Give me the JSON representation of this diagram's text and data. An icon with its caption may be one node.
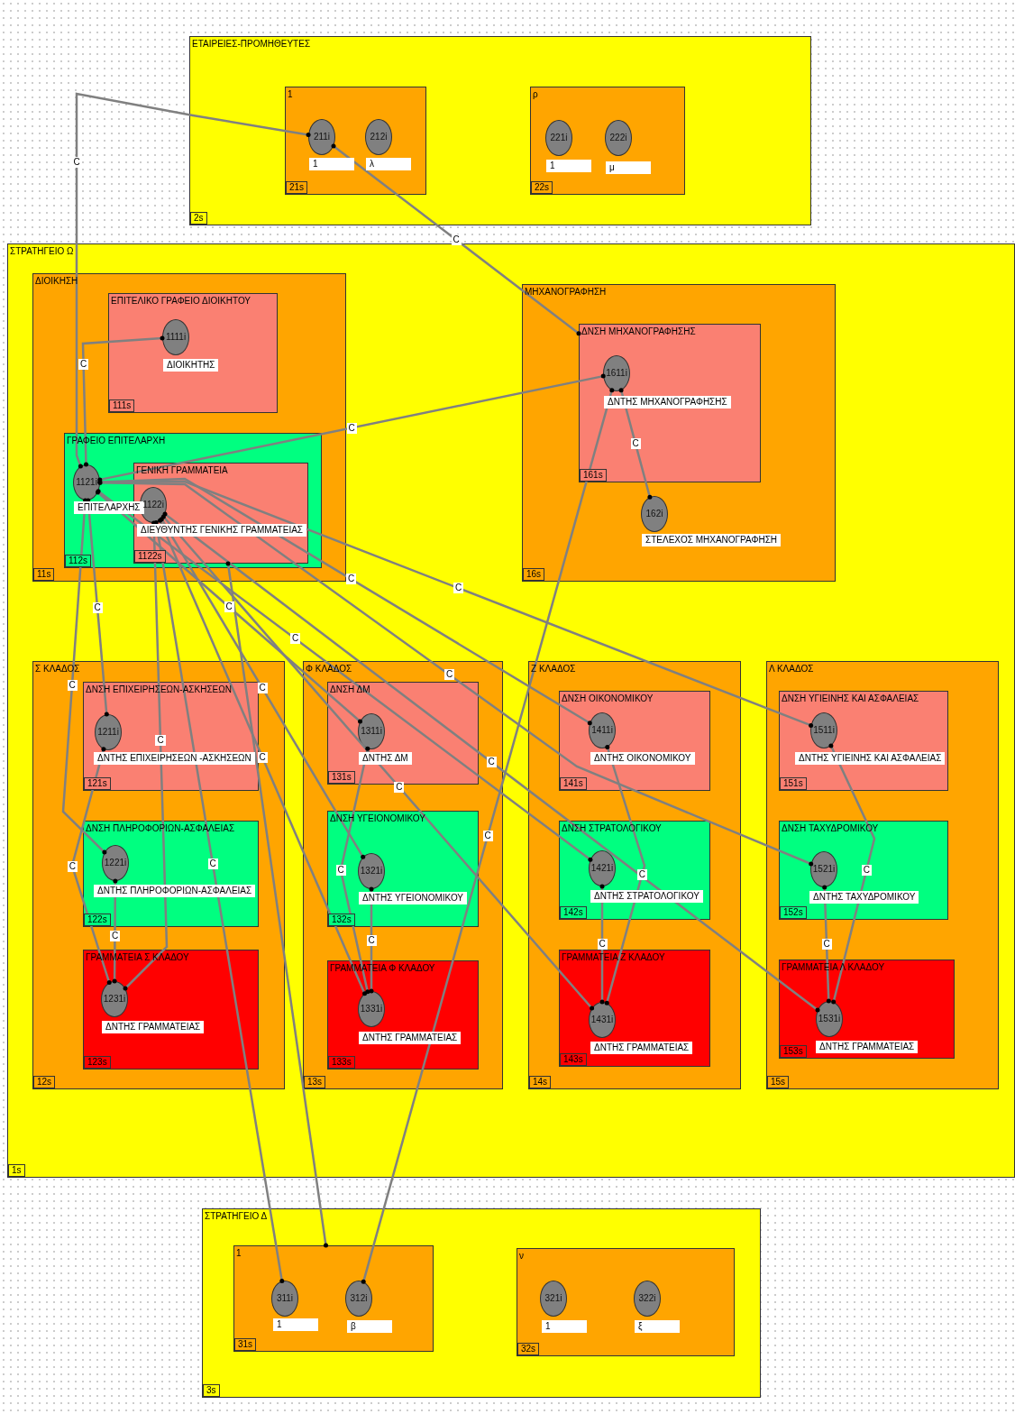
{
  "diagram": {
    "nodes": [
      {
        "text": [
          "ΕΤΑΙΡΕΙΕΣ-ΠΡΟΜΗΘΕΥΤΕΣ",
          "2s"
        ]
      },
      {
        "text": [
          "1",
          "21s"
        ],
        "in": 0
      },
      {
        "text": [
          "211i"
        ],
        "beside": [
          "1"
        ],
        "in": 1
      },
      {
        "text": [
          "212i"
        ],
        "beside": [
          "λ"
        ],
        "in": 1
      },
      {
        "text": [
          "ρ",
          "22s"
        ],
        "in": 0
      },
      {
        "text": [
          "221i"
        ],
        "beside": [
          "1"
        ],
        "in": 4
      },
      {
        "text": [
          "222i"
        ],
        "beside": [
          "μ"
        ],
        "in": 4
      },
      {
        "text": [
          "ΣΤΡΑΤΗΓΕΙΟ Ω",
          "1s"
        ]
      },
      {
        "text": [
          "ΔΙΟΙΚΗΣΗ",
          "11s"
        ],
        "in": 7
      },
      {
        "text": [
          "ΕΠΙΤΕΛΙΚΟ ΓΡΑΦΕΙΟ ΔΙΟΙΚΗΤΟΥ",
          "111s"
        ],
        "in": 8
      },
      {
        "text": [
          "1111i"
        ],
        "beside": [
          "ΔΙΟΙΚΗΤΗΣ"
        ],
        "in": 9
      },
      {
        "text": [
          "ΓΡΑΦΕΙΟ ΕΠΙΤΕΛΑΡΧΗ",
          "112s"
        ],
        "in": 8
      },
      {
        "text": [
          "1121i"
        ],
        "beside": [
          "ΕΠΙΤΕΛΑΡΧΗΣ"
        ],
        "in": 11
      },
      {
        "text": [
          "ΓΕΝΙΚΗ ΓΡΑΜΜΑΤΕΙΑ",
          "1122s"
        ],
        "in": 11
      },
      {
        "text": [
          "1122i"
        ],
        "beside": [
          "ΔΙΕΥΘΥΝΤΗΣ ΓΕΝΙΚΗΣ ΓΡΑΜΜΑΤΕΙΑΣ"
        ],
        "in": 13
      },
      {
        "text": [
          "ΜΗΧΑΝΟΓΡΑΦΗΣΗ",
          "16s"
        ],
        "in": 7
      },
      {
        "text": [
          "ΔΝΣΗ ΜΗΧΑΝΟΓΡΑΦΗΣΗΣ",
          "161s"
        ],
        "in": 15
      },
      {
        "text": [
          "1611i"
        ],
        "beside": [
          "ΔΝΤΗΣ ΜΗΧΑΝΟΓΡΑΦΗΣΗΣ"
        ],
        "in": 16
      },
      {
        "text": [
          "162i"
        ],
        "beside": [
          "ΣΤΕΛΕΧΟΣ ΜΗΧΑΝΟΓΡΑΦΗΣΗ"
        ],
        "in": 15
      },
      {
        "text": [
          "Σ ΚΛΑΔΟΣ",
          "12s"
        ],
        "in": 7
      },
      {
        "text": [
          "ΔΝΣΗ ΕΠΙΧΕΙΡΗΣΕΩΝ-ΑΣΚΗΣΕΩΝ",
          "121s"
        ],
        "in": 19
      },
      {
        "text": [
          "1211i"
        ],
        "beside": [
          "ΔΝΤΗΣ ΕΠΙΧΕΙΡΗΣΕΩΝ -ΑΣΚΗΣΕΩΝ"
        ],
        "in": 20
      },
      {
        "text": [
          "ΔΝΣΗ ΠΛΗΡΟΦΟΡΙΩΝ-ΑΣΦΑΛΕΙΑΣ",
          "122s"
        ],
        "in": 19
      },
      {
        "text": [
          "1221i"
        ],
        "beside": [
          "ΔΝΤΗΣ ΠΛΗΡΟΦΟΡΙΩΝ-ΑΣΦΑΛΕΙΑΣ"
        ],
        "in": 22
      },
      {
        "text": [
          "ΓΡΑΜΜΑΤΕΙΑ Σ ΚΛΑΔΟΥ",
          "123s"
        ],
        "in": 19
      },
      {
        "text": [
          "1231i"
        ],
        "beside": [
          "ΔΝΤΗΣ ΓΡΑΜΜΑΤΕΙΑΣ"
        ],
        "in": 24
      },
      {
        "text": [
          "Φ ΚΛΑΔΟΣ",
          "13s"
        ],
        "in": 7
      },
      {
        "text": [
          "ΔΝΣΗ ΔΜ",
          "131s"
        ],
        "in": 26
      },
      {
        "text": [
          "1311i"
        ],
        "beside": [
          "ΔΝΤΗΣ ΔΜ"
        ],
        "in": 27
      },
      {
        "text": [
          "ΔΝΣΗ ΥΓΕΙΟΝΟΜΙΚΟΥ",
          "132s"
        ],
        "in": 26
      },
      {
        "text": [
          "1321i"
        ],
        "beside": [
          "ΔΝΤΗΣ ΥΓΕΙΟΝΟΜΙΚΟΥ"
        ],
        "in": 29
      },
      {
        "text": [
          "ΓΡΑΜΜΑΤΕΙΑ Φ ΚΛΑΔΟΥ",
          "133s"
        ],
        "in": 26
      },
      {
        "text": [
          "1331i"
        ],
        "beside": [
          "ΔΝΤΗΣ ΓΡΑΜΜΑΤΕΙΑΣ"
        ],
        "in": 31
      },
      {
        "text": [
          "Ζ ΚΛΑΔΟΣ",
          "14s"
        ],
        "in": 7
      },
      {
        "text": [
          "ΔΝΣΗ ΟΙΚΟΝΟΜΙΚΟΥ",
          "141s"
        ],
        "in": 33
      },
      {
        "text": [
          "1411i"
        ],
        "beside": [
          "ΔΝΤΗΣ ΟΙΚΟΝΟΜΙΚΟΥ"
        ],
        "in": 34
      },
      {
        "text": [
          "ΔΝΣΗ ΣΤΡΑΤΟΛΟΓΙΚΟΥ",
          "142s"
        ],
        "in": 33
      },
      {
        "text": [
          "1421i"
        ],
        "beside": [
          "ΔΝΤΗΣ ΣΤΡΑΤΟΛΟΓΙΚΟΥ"
        ],
        "in": 36
      },
      {
        "text": [
          "ΓΡΑΜΜΑΤΕΙΑ Ζ ΚΛΑΔΟΥ",
          "143s"
        ],
        "in": 33
      },
      {
        "text": [
          "1431i"
        ],
        "beside": [
          "ΔΝΤΗΣ ΓΡΑΜΜΑΤΕΙΑΣ"
        ],
        "in": 38
      },
      {
        "text": [
          "Λ ΚΛΑΔΟΣ",
          "15s"
        ],
        "in": 7
      },
      {
        "text": [
          "ΔΝΣΗ ΥΓΙΕΙΝΗΣ ΚΑΙ ΑΣΦΑΛΕΙΑΣ",
          "151s"
        ],
        "in": 40
      },
      {
        "text": [
          "1511i"
        ],
        "beside": [
          "ΔΝΤΗΣ ΥΓΙΕΙΝΗΣ ΚΑΙ ΑΣΦΑΛΕΙΑΣ"
        ],
        "in": 41
      },
      {
        "text": [
          "ΔΝΣΗ ΤΑΧΥΔΡΟΜΙΚΟΥ",
          "152s"
        ],
        "in": 40
      },
      {
        "text": [
          "1521i"
        ],
        "beside": [
          "ΔΝΤΗΣ ΤΑΧΥΔΡΟΜΙΚΟΥ"
        ],
        "in": 43
      },
      {
        "text": [
          "ΓΡΑΜΜΑΤΕΙΑ Λ ΚΛΑΔΟΥ",
          "153s"
        ],
        "in": 40
      },
      {
        "text": [
          "1531i"
        ],
        "beside": [
          "ΔΝΤΗΣ ΓΡΑΜΜΑΤΕΙΑΣ"
        ],
        "in": 45
      },
      {
        "text": [
          "ΣΤΡΑΤΗΓΕΙΟ Δ",
          "3s"
        ]
      },
      {
        "text": [
          "1",
          "31s"
        ],
        "in": 47
      },
      {
        "text": [
          "311i"
        ],
        "beside": [
          "1"
        ],
        "in": 48
      },
      {
        "text": [
          "312i"
        ],
        "beside": [
          "β"
        ],
        "in": 48
      },
      {
        "text": [
          "ν",
          "32s"
        ],
        "in": 47
      },
      {
        "text": [
          "321i"
        ],
        "beside": [
          "1"
        ],
        "in": 51
      },
      {
        "text": [
          "322i"
        ],
        "beside": [
          "ξ"
        ],
        "in": 51
      }
    ],
    "edges": [
      {
        "from": 2,
        "to": 12,
        "label": "C",
        "arrow": "other"
      },
      {
        "from": 2,
        "to": 16,
        "label": "C",
        "arrow": "other"
      },
      {
        "from": 10,
        "to": 12,
        "label": "C",
        "arrow": "other"
      },
      {
        "from": 12,
        "to": 17,
        "label": "C",
        "arrow": "other"
      },
      {
        "from": 17,
        "to": 18,
        "label": "C",
        "arrow": "other"
      },
      {
        "from": 17,
        "to": 50,
        "label": "C",
        "arrow": "other"
      },
      {
        "from": 12,
        "to": 21,
        "label": "C",
        "arrow": "other"
      },
      {
        "from": 12,
        "to": 23,
        "label": "C",
        "arrow": "other"
      },
      {
        "from": 12,
        "to": 28,
        "label": "C",
        "arrow": "other"
      },
      {
        "from": 12,
        "to": 35,
        "label": "C",
        "arrow": "other"
      },
      {
        "from": 12,
        "to": 37,
        "label": "C",
        "arrow": "other"
      },
      {
        "from": 12,
        "to": 42,
        "label": "C",
        "arrow": "other"
      },
      {
        "from": 12,
        "to": 44,
        "label": "C",
        "arrow": "other"
      },
      {
        "from": 14,
        "to": 25,
        "label": "C",
        "arrow": "other"
      },
      {
        "from": 14,
        "to": 30,
        "label": "C",
        "arrow": "other"
      },
      {
        "from": 14,
        "to": 32,
        "label": "C",
        "arrow": "other"
      },
      {
        "from": 14,
        "to": 39,
        "label": "C",
        "arrow": "other"
      },
      {
        "from": 14,
        "to": 46,
        "label": "C",
        "arrow": "other"
      },
      {
        "from": 14,
        "to": 49,
        "label": "C",
        "arrow": "other"
      },
      {
        "from": 13,
        "to": 48,
        "arrow": "other"
      },
      {
        "from": 21,
        "to": 25,
        "label": "C",
        "arrow": "other"
      },
      {
        "from": 23,
        "to": 25,
        "label": "C",
        "arrow": "other"
      },
      {
        "from": 28,
        "to": 32,
        "label": "C",
        "arrow": "other"
      },
      {
        "from": 30,
        "to": 32,
        "label": "C",
        "arrow": "other"
      },
      {
        "from": 35,
        "to": 39,
        "label": "C",
        "arrow": "other"
      },
      {
        "from": 37,
        "to": 39,
        "label": "C",
        "arrow": "other"
      },
      {
        "from": 42,
        "to": 46,
        "label": "C",
        "arrow": "other"
      },
      {
        "from": 44,
        "to": 46,
        "label": "C",
        "arrow": "other"
      }
    ]
  }
}
